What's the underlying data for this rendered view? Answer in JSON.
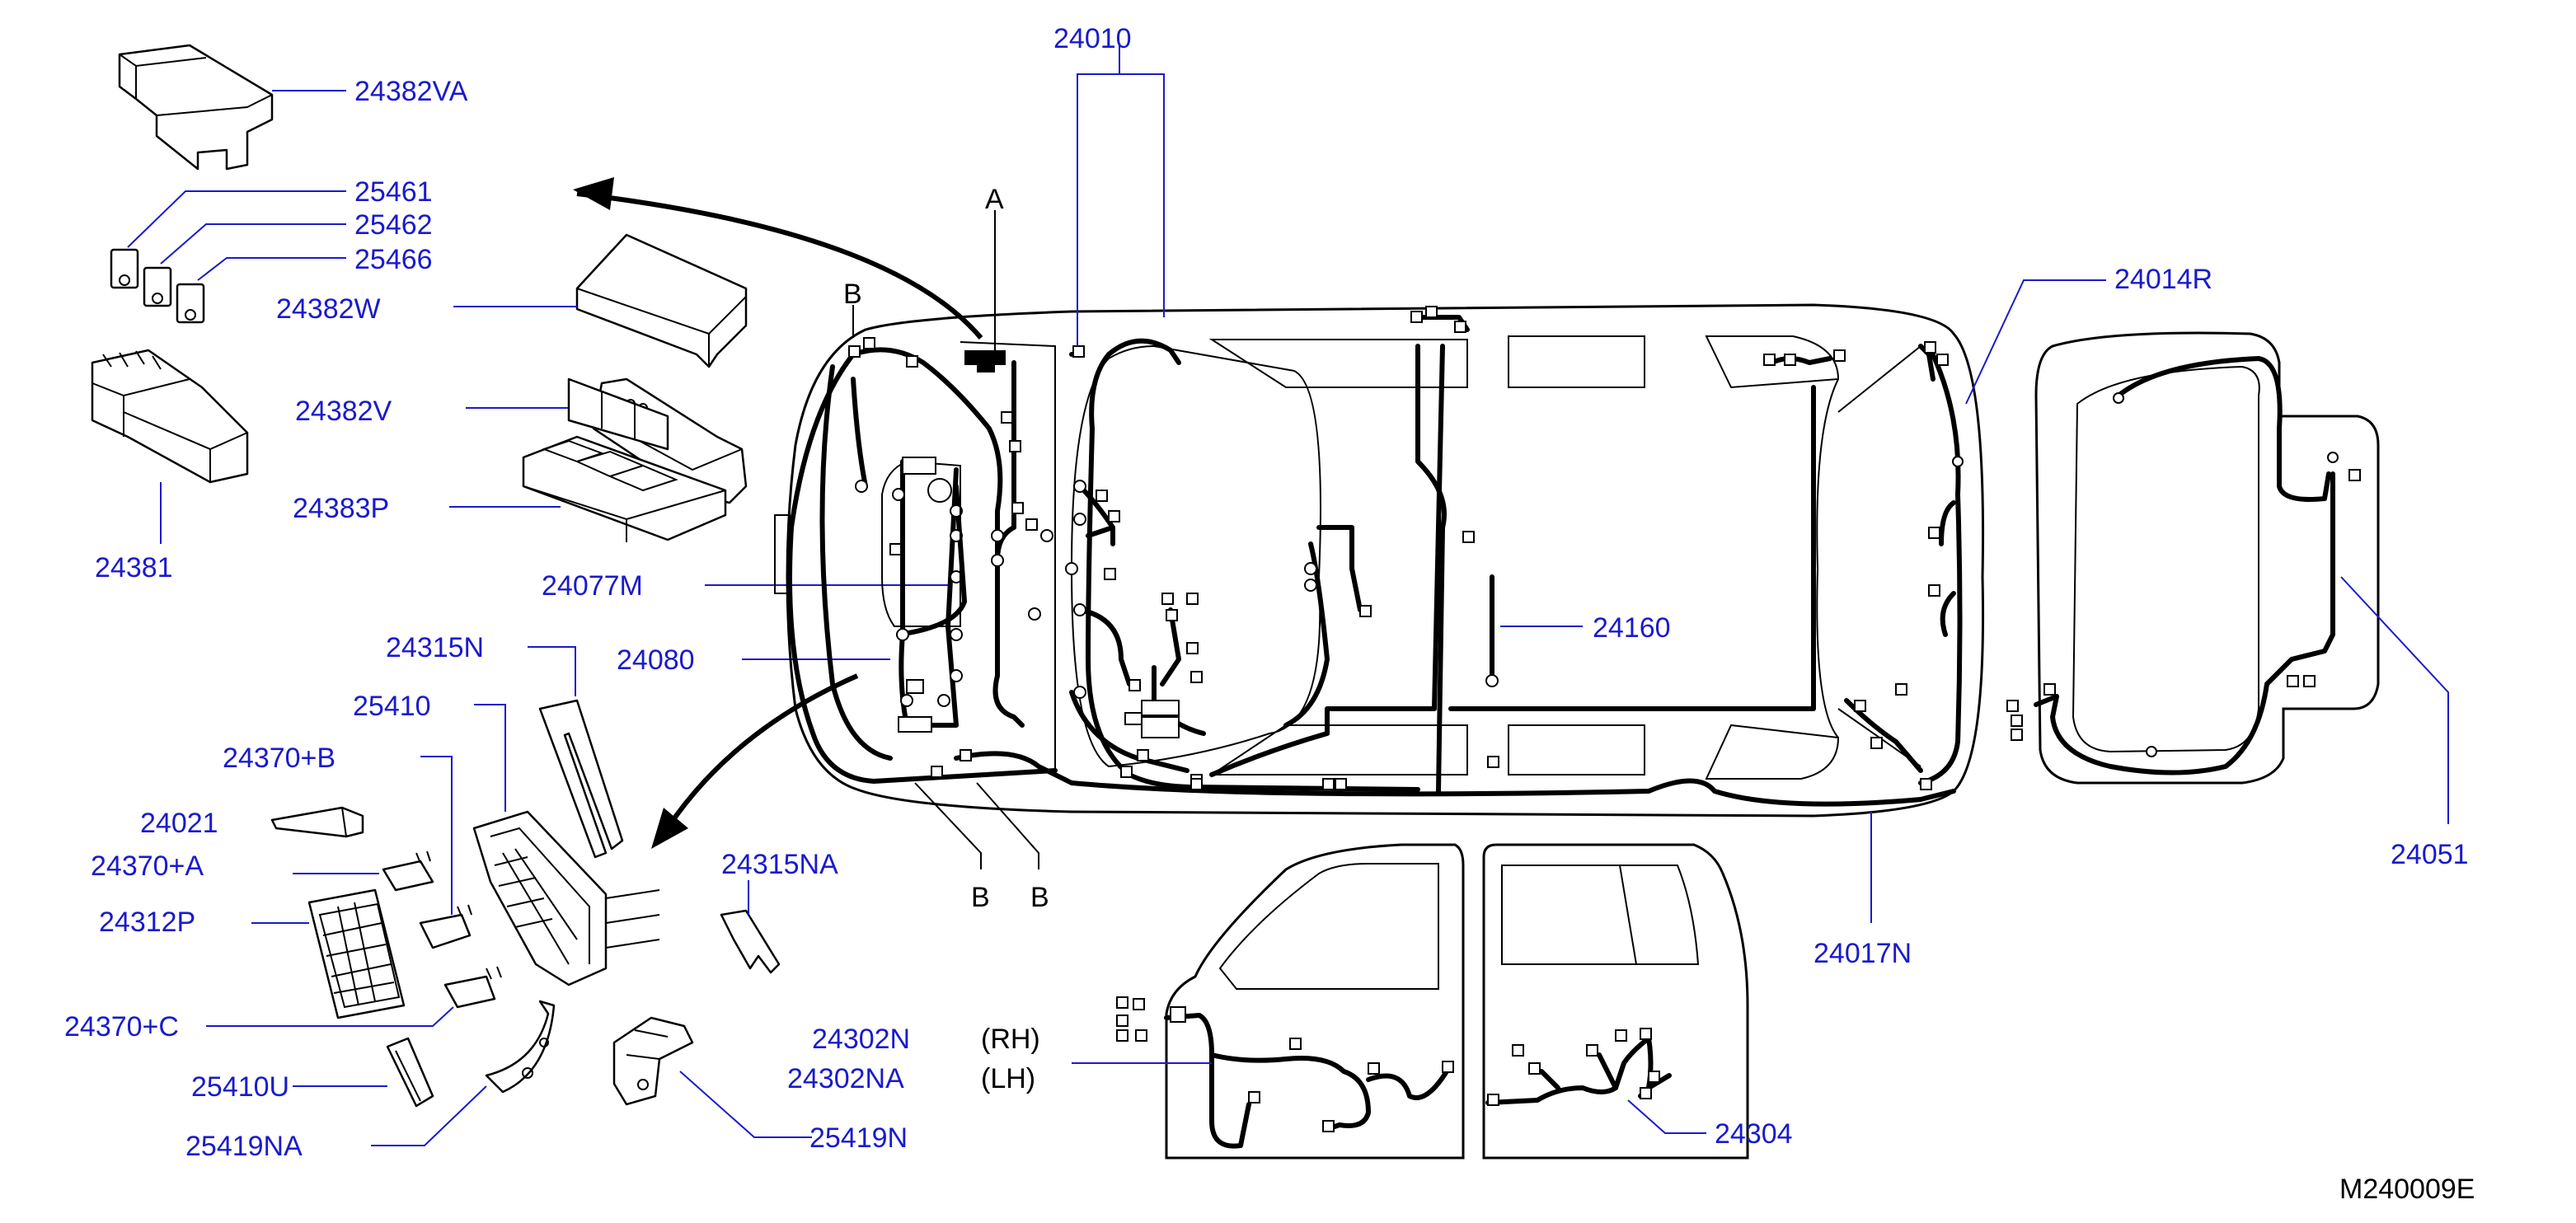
{
  "labels": {
    "p24382VA": "24382VA",
    "p25461": "25461",
    "p25462": "25462",
    "p25466": "25466",
    "p24382W": "24382W",
    "p24382V": "24382V",
    "p24383P": "24383P",
    "p24381": "24381",
    "p24077M": "24077M",
    "p24080": "24080",
    "p24315N": "24315N",
    "p25410": "25410",
    "p24370B": "24370+B",
    "p24021": "24021",
    "p24370A": "24370+A",
    "p24312P": "24312P",
    "p24370C": "24370+C",
    "p25410U": "25410U",
    "p25419NA": "25419NA",
    "p25419N": "25419N",
    "p24315NA": "24315NA",
    "p24302N": "24302N",
    "p24302NA": "24302NA",
    "rh": "(RH)",
    "lh": "(LH)",
    "p24304": "24304",
    "p24010": "24010",
    "p24014R": "24014R",
    "p24160": "24160",
    "p24017N": "24017N",
    "p24051": "24051",
    "markA": "A",
    "markB1": "B",
    "markB2": "B",
    "markB3": "B",
    "drawingId": "M240009E"
  }
}
